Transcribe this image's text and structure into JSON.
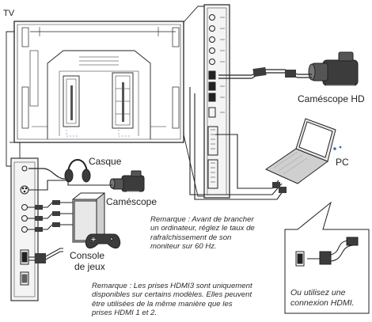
{
  "labels": {
    "tv": "TV",
    "casque": "Casque",
    "camescope": "Caméscope",
    "camescope_hd": "Caméscope HD",
    "pc": "PC",
    "console_line1": "Console",
    "console_line2": "de jeux"
  },
  "notes": {
    "pc_note": [
      "Remarque : Avant de brancher",
      "un ordinateur, réglez le taux de",
      "rafraîchissement de son",
      "moniteur sur 60 Hz."
    ],
    "hdmi_note": [
      "Remarque : Les prises HDMI3 sont uniquement",
      "disponibles sur certains modèles. Elles peuvent",
      "être utilisées de la même manière que les",
      "prises HDMI 1 et 2."
    ],
    "callout": [
      "Ou utilisez une",
      "connexion HDMI."
    ]
  },
  "icons": [
    "tv-back-icon",
    "side-panel-icon",
    "rear-panel-icon",
    "headphones-icon",
    "camcorder-icon",
    "camcorder-hd-icon",
    "game-console-icon",
    "gamepad-icon",
    "laptop-icon",
    "hdmi-plug-icon"
  ],
  "colors": {
    "line": "#222222",
    "panel": "#f4f4f4",
    "device": "#3c3c3c"
  }
}
